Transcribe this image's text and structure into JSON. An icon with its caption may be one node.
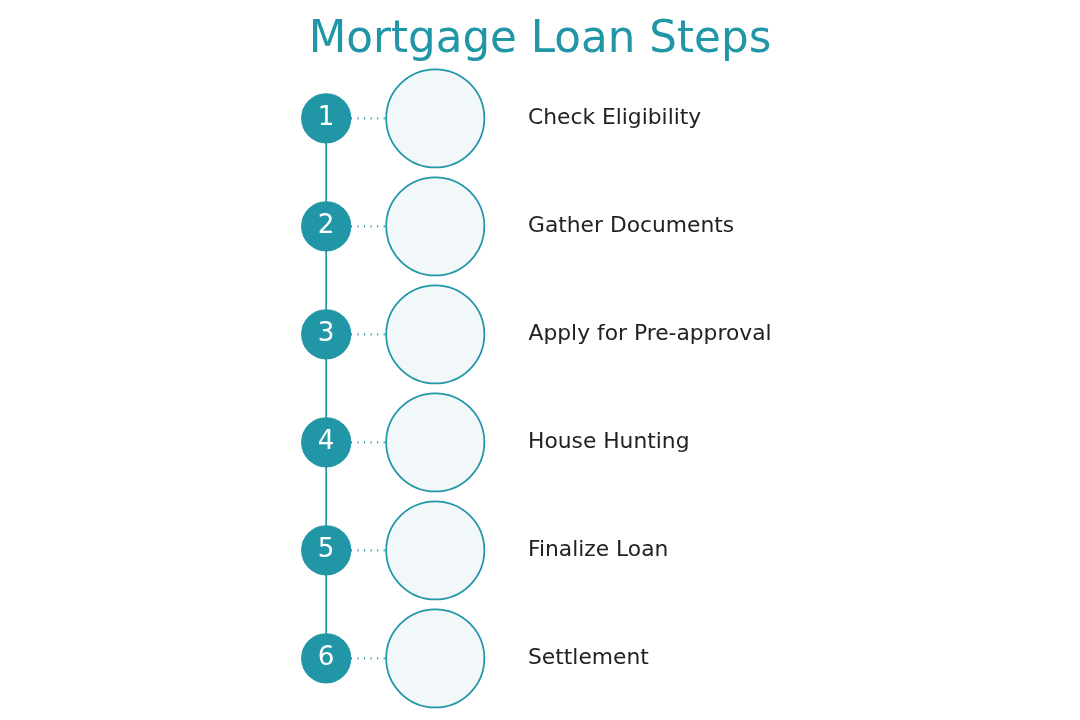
{
  "diagram": {
    "title": "Mortgage Loan Steps",
    "nodes": [
      {
        "text": [
          "1"
        ]
      },
      {
        "text": [],
        "shape": "circle",
        "beside": [
          "Check Eligibility"
        ]
      },
      {
        "text": [
          "2"
        ]
      },
      {
        "text": [],
        "shape": "circle",
        "beside": [
          "Gather Documents"
        ]
      },
      {
        "text": [
          "3"
        ]
      },
      {
        "text": [],
        "shape": "circle",
        "beside": [
          "Apply for Pre-approval"
        ]
      },
      {
        "text": [
          "4"
        ]
      },
      {
        "text": [],
        "shape": "circle",
        "beside": [
          "House Hunting"
        ]
      },
      {
        "text": [
          "5"
        ]
      },
      {
        "text": [],
        "shape": "circle",
        "beside": [
          "Finalize Loan"
        ]
      },
      {
        "text": [
          "6"
        ]
      },
      {
        "text": [],
        "shape": "circle",
        "beside": [
          "Settlement"
        ]
      }
    ],
    "edges": [
      {
        "from": 0,
        "to": 1,
        "arrow": "none",
        "style": "dashed"
      },
      {
        "from": 0,
        "to": 2,
        "arrow": "none"
      },
      {
        "from": 2,
        "to": 3,
        "arrow": "none",
        "style": "dashed"
      },
      {
        "from": 2,
        "to": 4,
        "arrow": "none"
      },
      {
        "from": 4,
        "to": 5,
        "arrow": "none",
        "style": "dashed"
      },
      {
        "from": 4,
        "to": 6,
        "arrow": "none"
      },
      {
        "from": 6,
        "to": 7,
        "arrow": "none",
        "style": "dashed"
      },
      {
        "from": 6,
        "to": 8,
        "arrow": "none"
      },
      {
        "from": 8,
        "to": 9,
        "arrow": "none",
        "style": "dashed"
      },
      {
        "from": 8,
        "to": 10,
        "arrow": "none"
      },
      {
        "from": 10,
        "to": 11,
        "arrow": "none",
        "style": "dashed"
      }
    ]
  }
}
